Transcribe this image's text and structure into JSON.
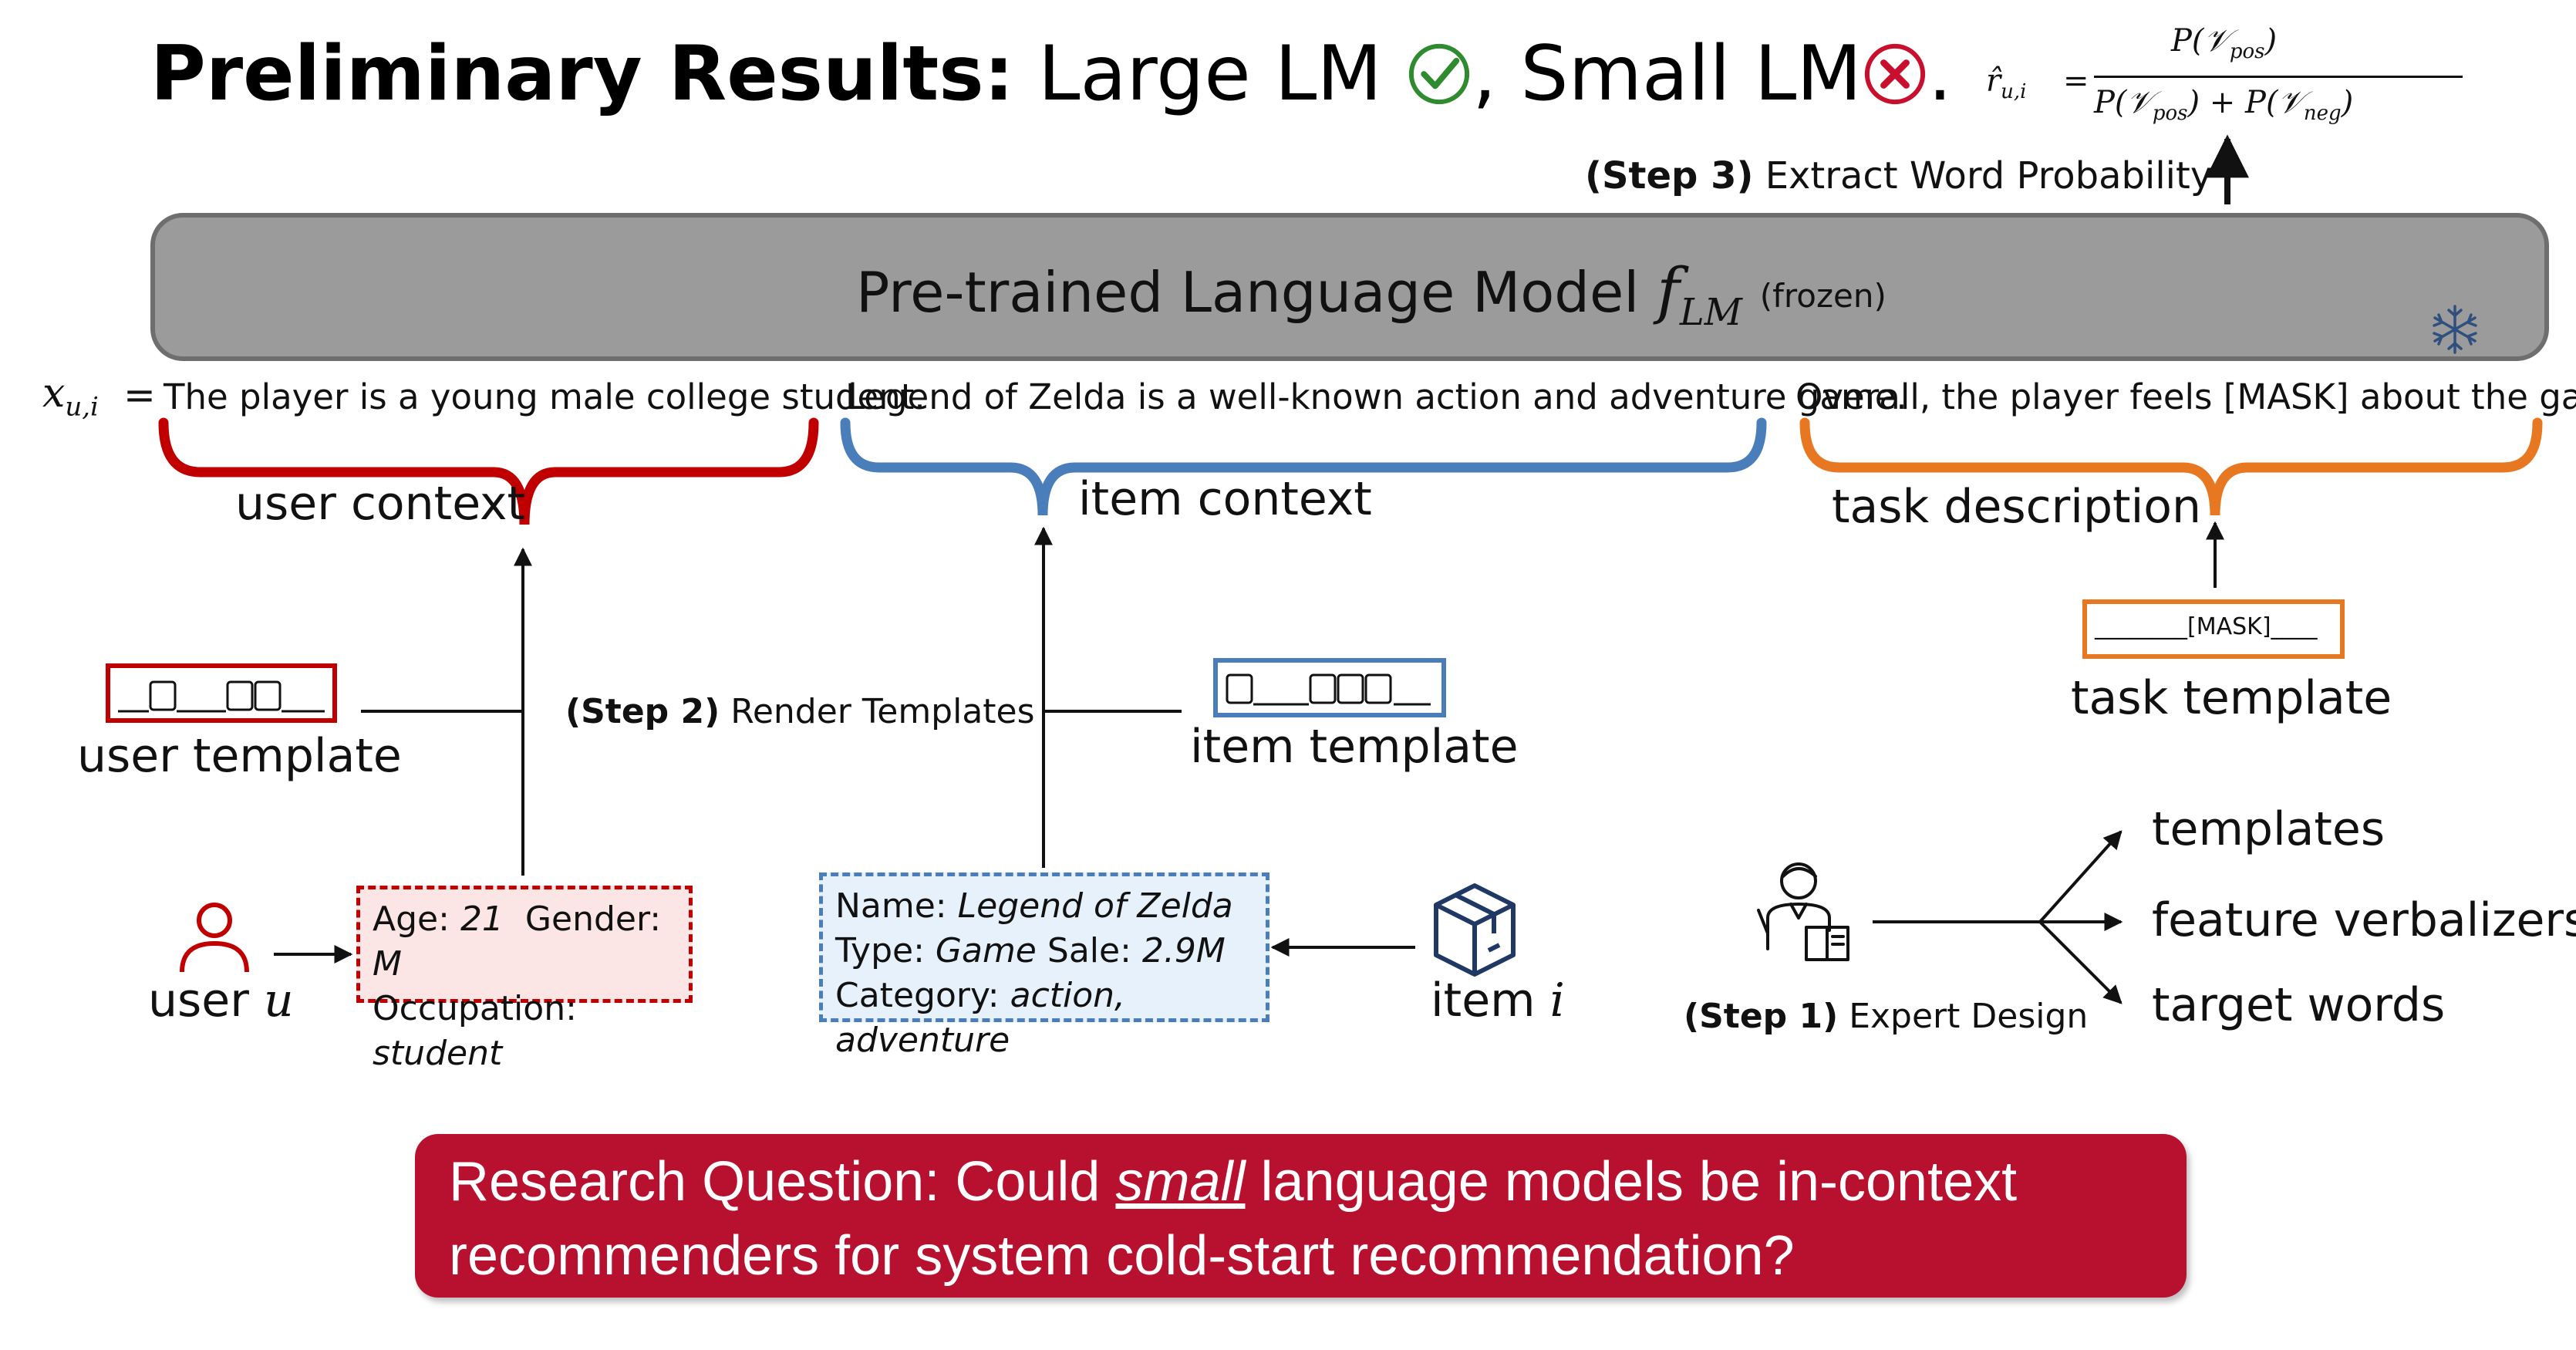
{
  "title": {
    "bold": "Preliminary Results:",
    "large": "Large LM",
    "comma": ",",
    "small": "Small LM",
    "period": "."
  },
  "formula": {
    "lhs": "r̂",
    "lhs_sub": "u,i",
    "eq": "=",
    "num_p": "P(",
    "num_v": "𝒱",
    "num_sub": "pos",
    "num_close": ")",
    "den_a": "P(𝒱",
    "den_a_sub": "pos",
    "den_plus": ") + P(𝒱",
    "den_b_sub": "neg",
    "den_close": ")"
  },
  "step3": {
    "tag": "(Step 3)",
    "text": "Extract Word Probability"
  },
  "lm": {
    "label": "Pre-trained Language Model",
    "f": "f",
    "f_sub": "LM",
    "frozen": "(frozen)"
  },
  "input": {
    "x": "x",
    "x_sub": "u,i",
    "eq": "=",
    "user_sentence": "The player is a young male college student.",
    "item_sentence": "Legend of Zelda is a well-known action and adventure game.",
    "task_sentence": "Overall, the player feels [MASK] about the game."
  },
  "contexts": {
    "user": "user context",
    "item": "item context",
    "task": "task description"
  },
  "templates": {
    "user": "user template",
    "item": "item template",
    "task": "task template",
    "task_box_text": "________[MASK]____"
  },
  "step2": {
    "tag": "(Step 2)",
    "text": "Render Templates"
  },
  "user": {
    "label": "user",
    "var": "u",
    "age_k": "Age:",
    "age_v": "21",
    "gender_k": "Gender:",
    "gender_v": "M",
    "occ_k": "Occupation:",
    "occ_v": "student"
  },
  "item": {
    "label": "item",
    "var": "i",
    "name_k": "Name:",
    "name_v": "Legend of Zelda",
    "type_k": "Type:",
    "type_v": "Game",
    "sale_k": "Sale:",
    "sale_v": "2.9M",
    "cat_k": "Category:",
    "cat_v": "action, adventure"
  },
  "step1": {
    "tag": "(Step 1)",
    "text": "Expert Design"
  },
  "expert_outputs": [
    "templates",
    "feature verbalizers",
    "target words"
  ],
  "research_question": {
    "line1_a": "Research Question: Could ",
    "line1_u": "small",
    "line1_b": " language models be in-context",
    "line2": "recommenders for system cold-start recommendation?"
  },
  "colors": {
    "user": "#c00000",
    "item": "#4a7ebb",
    "task": "#e87722",
    "lm_fill": "#9b9b9b",
    "rq": "#b8102f",
    "check": "#2e8b2e",
    "cross": "#c8102e"
  },
  "icons": [
    "check-circle-icon",
    "cross-circle-icon",
    "snowflake-icon",
    "person-icon",
    "box-icon",
    "expert-icon"
  ]
}
